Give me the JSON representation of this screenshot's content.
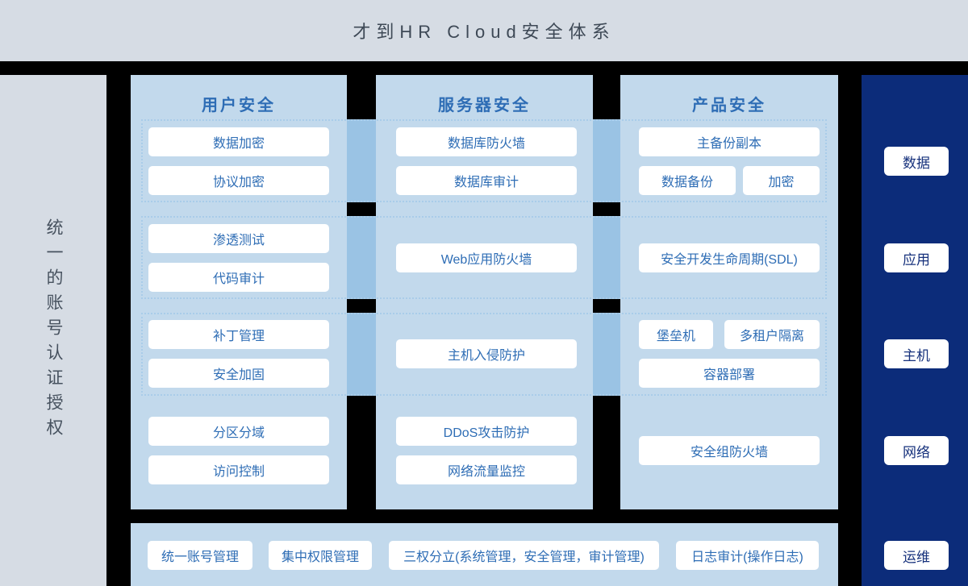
{
  "title": "才到HR Cloud安全体系",
  "left_sidebar": {
    "label": "统一的账号认证授权"
  },
  "columns": [
    {
      "title": "用户安全",
      "groups": [
        {
          "items": [
            "数据加密",
            "协议加密"
          ]
        },
        {
          "items": [
            "渗透测试",
            "代码审计"
          ]
        },
        {
          "items": [
            "补丁管理",
            "安全加固"
          ]
        },
        {
          "items": [
            "分区分域",
            "访问控制"
          ]
        }
      ]
    },
    {
      "title": "服务器安全",
      "groups": [
        {
          "items": [
            "数据库防火墙",
            "数据库审计"
          ]
        },
        {
          "items": [
            "Web应用防火墙"
          ]
        },
        {
          "items": [
            "主机入侵防护"
          ]
        },
        {
          "items": [
            "DDoS攻击防护",
            "网络流量监控"
          ]
        }
      ]
    },
    {
      "title": "产品安全",
      "groups": [
        {
          "items": [
            "主备份副本",
            "数据备份",
            "加密"
          ]
        },
        {
          "items": [
            "安全开发生命周期(SDL)"
          ]
        },
        {
          "items": [
            "堡垒机",
            "多租户隔离",
            "容器部署"
          ]
        },
        {
          "items": [
            "安全组防火墙"
          ]
        }
      ]
    }
  ],
  "right_sidebar": {
    "items": [
      "数据",
      "应用",
      "主机",
      "网络",
      "运维"
    ]
  },
  "bottom_bar": {
    "items": [
      "统一账号管理",
      "集中权限管理",
      "三权分立(系统管理，安全管理，审计管理)",
      "日志审计(操作日志)"
    ]
  },
  "colors": {
    "header_bg": "#d6dce4",
    "column_bg": "#c2d9ec",
    "connector_bg": "#9ac3e4",
    "navy_sidebar_bg": "#0c2c7a",
    "label_text": "#2e6db5",
    "title_text": "#3e4956",
    "dashed_border": "#a9cce9"
  }
}
